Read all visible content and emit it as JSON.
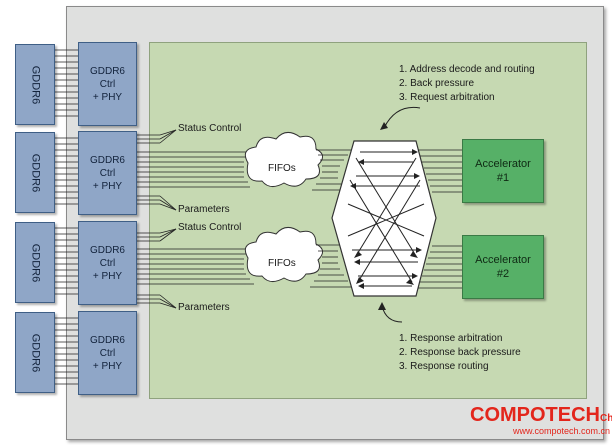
{
  "gddr_blocks": [
    {
      "label": "GDDR6"
    },
    {
      "label": "GDDR6"
    },
    {
      "label": "GDDR6"
    },
    {
      "label": "GDDR6"
    }
  ],
  "ctrl_blocks": [
    {
      "line1": "GDDR6 Ctrl",
      "line2": "+ PHY"
    },
    {
      "line1": "GDDR6 Ctrl",
      "line2": "+ PHY"
    },
    {
      "line1": "GDDR6 Ctrl",
      "line2": "+ PHY"
    },
    {
      "line1": "GDDR6 Ctrl",
      "line2": "+ PHY"
    }
  ],
  "bus_labels": {
    "status_top": "Status Control",
    "params_top": "Parameters",
    "status_bottom": "Status Control",
    "params_bottom": "Parameters"
  },
  "fifos": {
    "top": "FIFOs",
    "bottom": "FIFOs"
  },
  "accelerators": [
    {
      "line1": "Accelerator",
      "line2": "#1"
    },
    {
      "line1": "Accelerator",
      "line2": "#2"
    }
  ],
  "notes_top": [
    "1. Address decode and routing",
    "2. Back pressure",
    "3. Request arbitration"
  ],
  "notes_bottom": [
    "1. Response arbitration",
    "2. Response back pressure",
    "3. Response routing"
  ],
  "watermark": {
    "brand": "COMPOTECH",
    "suffix": "China",
    "url": "www.compotech.com.cn"
  },
  "colors": {
    "block_blue": "#8fa6c7",
    "accelerator_green": "#56b067",
    "panel_green": "#c6d9b2",
    "brand_red": "#e3261c"
  }
}
